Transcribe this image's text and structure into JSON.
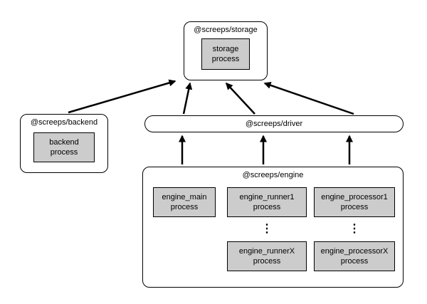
{
  "diagram": {
    "background_color": "#ffffff",
    "node_fill": "#ffffff",
    "process_fill": "#cccccc",
    "border_color": "#000000",
    "arrow_color": "#000000"
  },
  "nodes": {
    "storage": {
      "title": "@screeps/storage",
      "process": "storage\nprocess"
    },
    "backend": {
      "title": "@screeps/backend",
      "process": "backend\nprocess"
    },
    "driver": {
      "title": "@screeps/driver"
    },
    "engine": {
      "title": "@screeps/engine",
      "main_process": "engine_main\nprocess",
      "runner1_process": "engine_runner1\nprocess",
      "processor1_process": "engine_processor1\nprocess",
      "runnerX_process": "engine_runnerX\nprocess",
      "processorX_process": "engine_processorX\nprocess",
      "ellipsis": "⋮"
    }
  },
  "edges": [
    {
      "from": "@screeps/backend",
      "to": "@screeps/storage"
    },
    {
      "from": "@screeps/driver",
      "to": "@screeps/storage"
    },
    {
      "from": "@screeps/driver",
      "to": "@screeps/storage"
    },
    {
      "from": "@screeps/driver",
      "to": "@screeps/storage"
    },
    {
      "from": "@screeps/engine",
      "to": "@screeps/driver"
    },
    {
      "from": "@screeps/engine",
      "to": "@screeps/driver"
    },
    {
      "from": "@screeps/engine",
      "to": "@screeps/driver"
    }
  ]
}
